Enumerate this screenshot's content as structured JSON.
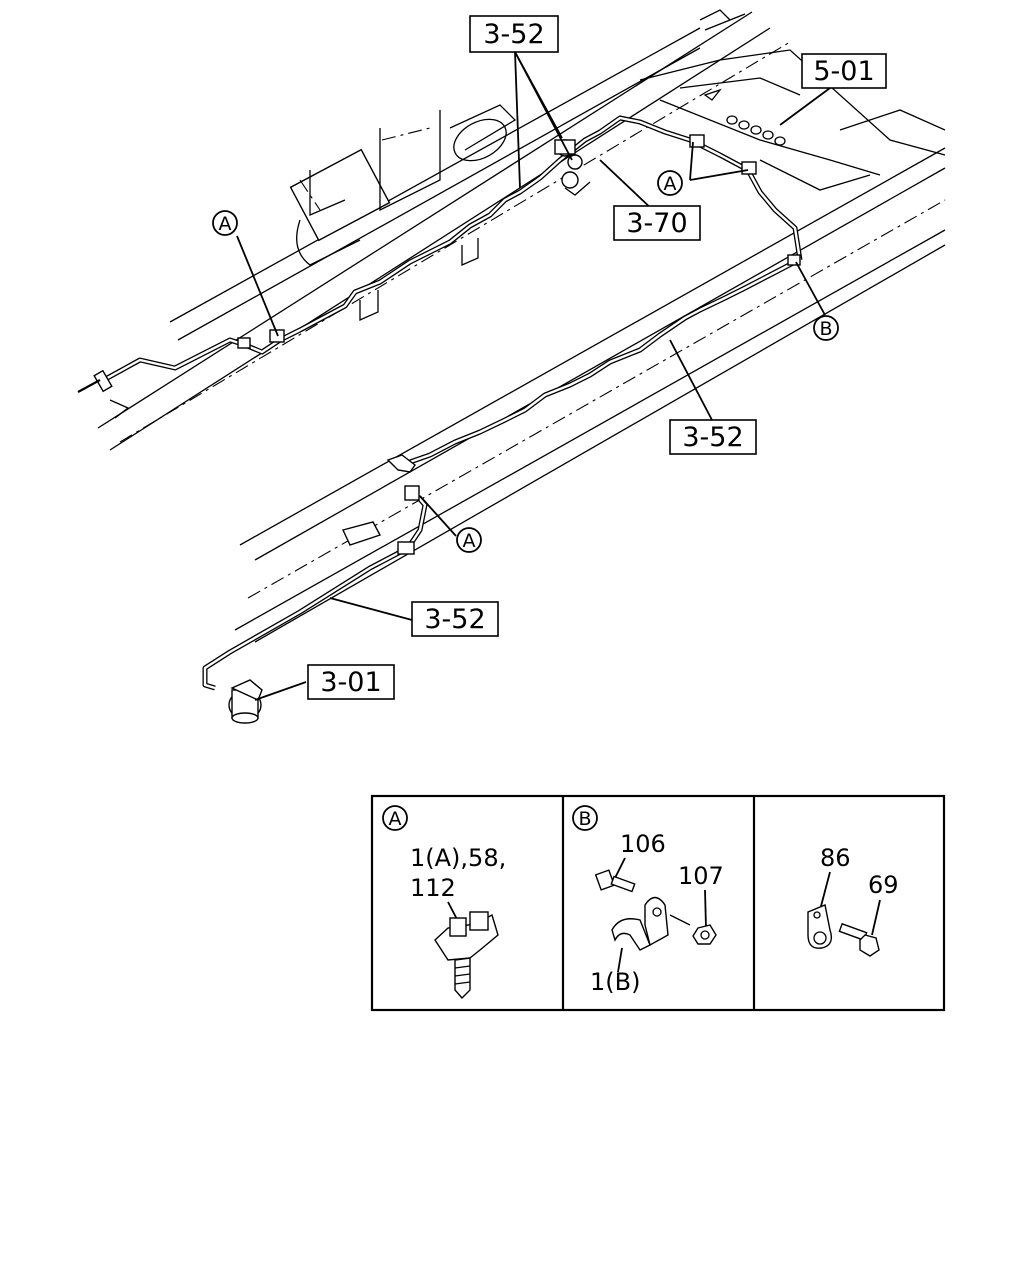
{
  "callouts": {
    "top_3_52": "3-52",
    "ref_5_01": "5-01",
    "ref_3_70": "3-70",
    "mid_3_52": "3-52",
    "low_3_52": "3-52",
    "ref_3_01": "3-01"
  },
  "markers": {
    "a": "A",
    "b": "B"
  },
  "detail_table": {
    "panel_a": {
      "marker": "A",
      "label_line1": "1(A),58,",
      "label_line2": "112"
    },
    "panel_b": {
      "marker": "B",
      "label_106": "106",
      "label_107": "107",
      "label_1b": "1(B)"
    },
    "panel_c": {
      "label_86": "86",
      "label_69": "69"
    }
  }
}
